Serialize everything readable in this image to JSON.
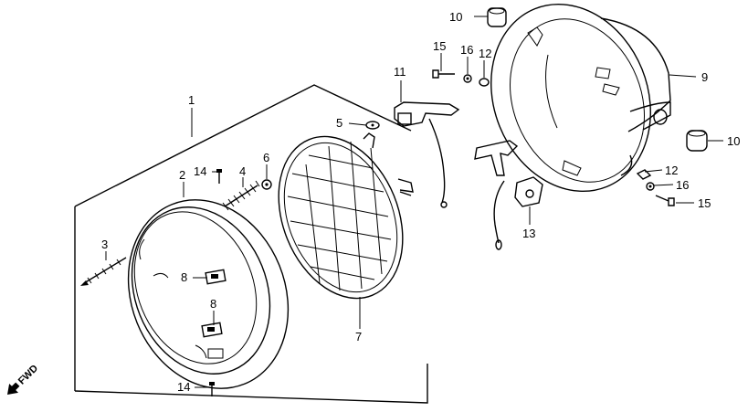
{
  "diagram": {
    "fwd_label": "FWD",
    "callouts": {
      "p1": "1",
      "p2": "2",
      "p3": "3",
      "p4": "4",
      "p5": "5",
      "p6": "6",
      "p7": "7",
      "p8a": "8",
      "p8b": "8",
      "p9": "9",
      "p10a": "10",
      "p10b": "10",
      "p11": "11",
      "p12a": "12",
      "p12b": "12",
      "p13": "13",
      "p14a": "14",
      "p14b": "14",
      "p15a": "15",
      "p15b": "15",
      "p16a": "16",
      "p16b": "16"
    }
  }
}
